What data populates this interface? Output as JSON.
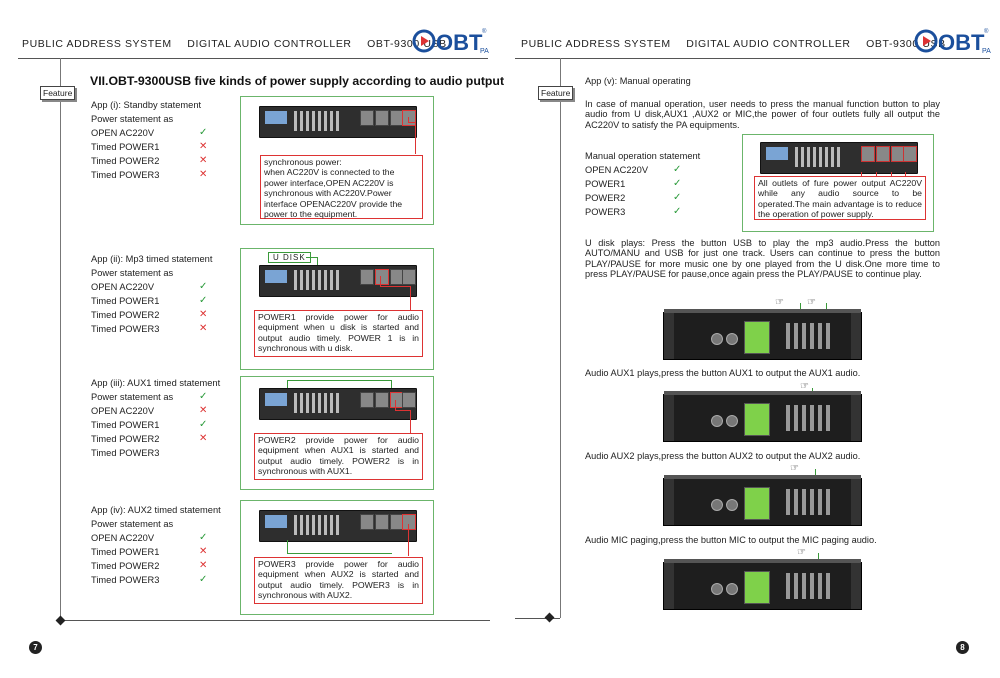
{
  "header": {
    "items": [
      "PUBLIC ADDRESS SYSTEM",
      "DIGITAL AUDIO CONTROLLER",
      "OBT-9300 USB"
    ],
    "logo_text": "OBT",
    "logo_sub": "PA",
    "logo_reg": "®"
  },
  "feature_label": "Feature",
  "left": {
    "title": "VII.OBT-9300USB five kinds of power supply according to audio putput",
    "apps": [
      {
        "heading": "App (i): Standby statement",
        "sub": "Power statement as",
        "rows": [
          {
            "label": "OPEN AC220V",
            "state": "on"
          },
          {
            "label": "Timed POWER1",
            "state": "off"
          },
          {
            "label": "Timed POWER2",
            "state": "off"
          },
          {
            "label": "Timed POWER3",
            "state": "off"
          }
        ],
        "note": "synchronous power:\nwhen AC220V is connected to the power interface,OPEN AC220V is synchronous with AC220V.Power interface OPENAC220V provide the power to the equipment."
      },
      {
        "heading": "App (ii): Mp3 timed statement",
        "sub": "Power statement as",
        "rows": [
          {
            "label": "OPEN AC220V",
            "state": "on"
          },
          {
            "label": "Timed POWER1",
            "state": "on"
          },
          {
            "label": "Timed POWER2",
            "state": "off"
          },
          {
            "label": "Timed POWER3",
            "state": "off"
          }
        ],
        "tag": "U DISK",
        "note": "POWER1 provide power for audio equipment when u disk is started and output audio timely. POWER 1 is in synchronous with u disk."
      },
      {
        "heading": "App (iii): AUX1 timed statement",
        "sub": "Power statement as",
        "sub_state": "on",
        "rows": [
          {
            "label": "OPEN AC220V",
            "state": "off"
          },
          {
            "label": "Timed POWER1",
            "state": "on"
          },
          {
            "label": "Timed POWER2",
            "state": "off"
          },
          {
            "label": "Timed POWER3",
            "state": "none"
          }
        ],
        "note": "POWER2 provide power for audio equipment when AUX1 is started and output audio timely. POWER2 is in synchronous with AUX1."
      },
      {
        "heading": "App (iv): AUX2 timed statement",
        "sub": "Power statement as",
        "rows": [
          {
            "label": "OPEN AC220V",
            "state": "on"
          },
          {
            "label": "Timed POWER1",
            "state": "off"
          },
          {
            "label": "Timed POWER2",
            "state": "off"
          },
          {
            "label": "Timed POWER3",
            "state": "on"
          }
        ],
        "note": "POWER3 provide power for audio equipment when AUX2 is started and output audio timely. POWER3 is in synchronous with AUX2."
      }
    ],
    "page_number": "7"
  },
  "right": {
    "app_v": "App (v): Manual operating",
    "intro": "In case of manual operation, user needs to press the manual function button to play audio from U disk,AUX1 ,AUX2 or MIC,the power of four outlets fully all output the AC220V to satisfy the PA equipments.",
    "manual_heading": "Manual operation statement",
    "manual_rows": [
      {
        "label": "OPEN AC220V",
        "state": "on"
      },
      {
        "label": "POWER1",
        "state": "on"
      },
      {
        "label": "POWER2",
        "state": "on"
      },
      {
        "label": "POWER3",
        "state": "on"
      }
    ],
    "manual_note": "All outlets of fure power output AC220V while any audio source to be operated.The main advantage is to reduce the operation of power supply.",
    "udisk_text": "U disk plays: Press the button USB to play the mp3 audio.Press the button AUTO/MANU and USB for just one track. Users can continue to press the button PLAY/PAUSE for more music one by one played from the U disk.One more time to press PLAY/PAUSE for pause,once again press the PLAY/PAUSE to continue play.",
    "captions": [
      "Audio AUX1 plays,press the button AUX1 to output the AUX1 audio.",
      "Audio AUX2 plays,press the button AUX2 to output the AUX2 audio.",
      "Audio MIC paging,press the button MIC to output the MIC paging audio."
    ],
    "page_number": "8"
  },
  "colors": {
    "check": "#2a9a3a",
    "cross": "#dd3333",
    "box": "#6bb56b",
    "note_border": "#dd3333"
  },
  "icons": {
    "check": "check-icon",
    "cross": "cross-icon",
    "hand": "pointing-hand-icon"
  }
}
